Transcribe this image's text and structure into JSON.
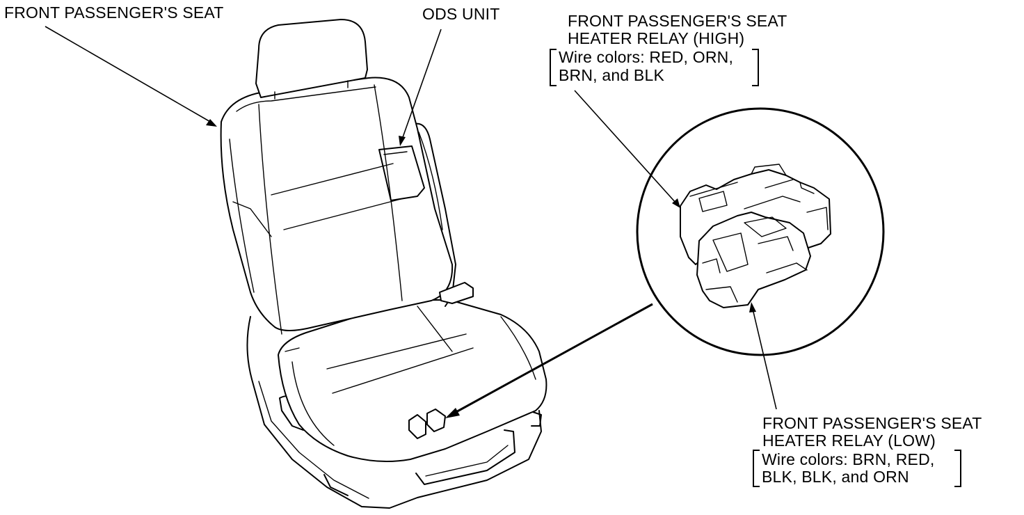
{
  "labels": {
    "seat": "FRONT PASSENGER'S SEAT",
    "ods": "ODS UNIT",
    "relay_high": {
      "line1": "FRONT PASSENGER'S SEAT",
      "line2": "HEATER RELAY (HIGH)",
      "wire1": "Wire colors: RED, ORN,",
      "wire2": "BRN, and BLK"
    },
    "relay_low": {
      "line1": "FRONT PASSENGER'S SEAT",
      "line2": "HEATER RELAY (LOW)",
      "wire1": "Wire colors: BRN, RED,",
      "wire2": "BLK, BLK, and ORN"
    }
  },
  "icons": {
    "seat": "seat-illustration",
    "relay": "relay-connector-icon",
    "detail": "magnified-detail-circle"
  }
}
